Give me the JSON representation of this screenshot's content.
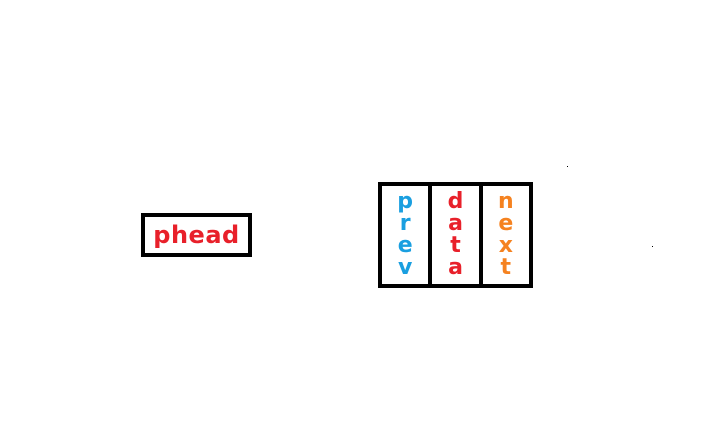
{
  "diagram": {
    "head": {
      "label": "phead",
      "color": "#e8202a"
    },
    "node": {
      "fields": [
        {
          "label": "prev",
          "color": "#1a9fe0"
        },
        {
          "label": "data",
          "color": "#e8202a"
        },
        {
          "label": "next",
          "color": "#f58220"
        }
      ]
    }
  }
}
